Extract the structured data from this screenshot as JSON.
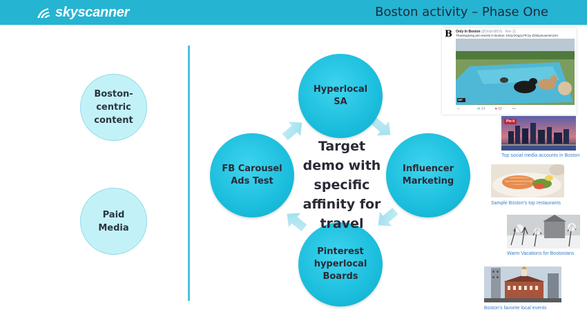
{
  "header": {
    "brand": "skyscanner",
    "title": "Boston activity – Phase One"
  },
  "left_circles": [
    {
      "label_lines": [
        "Boston-",
        "centric",
        "content"
      ]
    },
    {
      "label_lines": [
        "Paid",
        "Media"
      ]
    }
  ],
  "cycle": {
    "center": [
      "Target",
      "demo with",
      "specific",
      "affinity for",
      "travel"
    ],
    "top": [
      "Hyperlocal",
      "SA"
    ],
    "right": [
      "Influencer",
      "Marketing"
    ],
    "bottom": [
      "Pinterest",
      "hyperlocal",
      "Boards"
    ],
    "left": [
      "FB Carousel",
      "Ads Test"
    ]
  },
  "tweet": {
    "logo_letter": "B",
    "account_name": "Only In Boston",
    "handle": "@OnlyInBOS · Nov 11",
    "text": "Thanksgiving pet resorts in Boston: bit.ly/1Ogzy7R by @SkyscannerUSA",
    "gif_badge": "GIF",
    "retweets": "24",
    "likes": "68"
  },
  "images": [
    {
      "caption": "Top social media accounts in Boston",
      "badge": "Pin it"
    },
    {
      "caption": "Sample Boston's top restaurants"
    },
    {
      "caption": "Warm Vacations for Bostonians"
    },
    {
      "caption": "Boston's favorite local events"
    }
  ],
  "colors": {
    "header_bg": "#25b4d2",
    "light_circle": "#c2f2f8",
    "bright_circle": "#1bbedd",
    "arrow": "#a8e6f1",
    "divider": "#4cc3dd",
    "caption": "#3a7fc4"
  }
}
